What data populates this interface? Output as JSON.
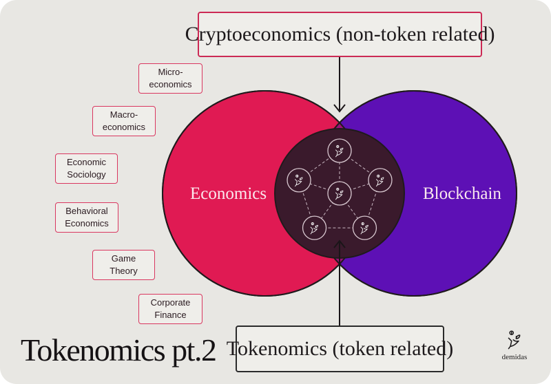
{
  "title": "Tokenomics pt.2",
  "callouts": {
    "top": "Cryptoeconomics (non-token related)",
    "bottom": "Tokenomics (token related)"
  },
  "circles": {
    "left": "Economics",
    "right": "Blockchain"
  },
  "topics": [
    "Micro-\neconomics",
    "Macro-\neconomics",
    "Economic\nSociology",
    "Behavioral\nEconomics",
    "Game Theory",
    "Corporate\nFinance"
  ],
  "network": {
    "node_icon": "hand-coin-sprout-icon",
    "node_count": 6
  },
  "brand": {
    "name": "demidas",
    "icon": "hand-coin-sprout-icon"
  },
  "colors": {
    "background": "#e8e7e3",
    "economics": "#e01a53",
    "blockchain": "#5d10b5",
    "overlap": "#991277",
    "core": "#3a1a2c",
    "box_border": "#d9365f"
  }
}
